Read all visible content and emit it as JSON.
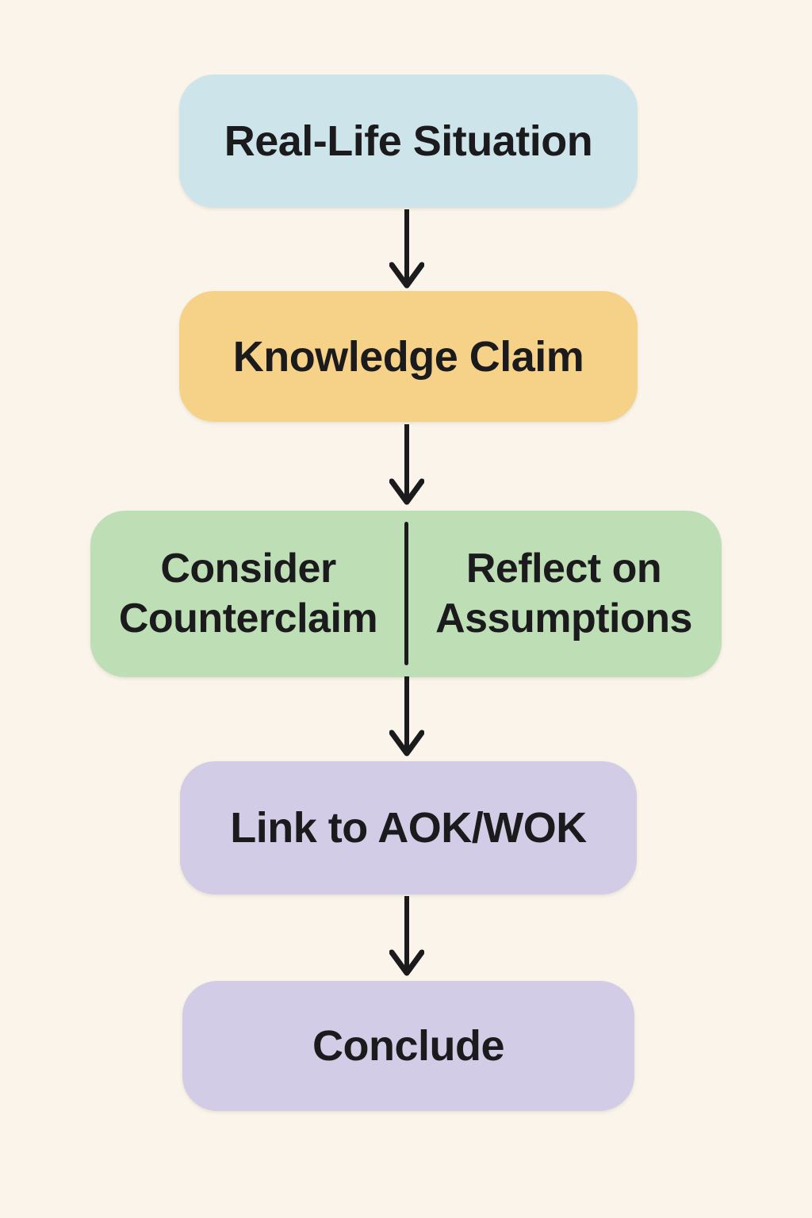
{
  "colors": {
    "background": "#faf4ea",
    "ink": "#1b1b1d",
    "node_real_life": "#cde5ea",
    "node_knowledge_claim": "#f6d289",
    "node_split_green": "#bedfb5",
    "node_link_aok_wok": "#d2cce7",
    "node_conclude": "#d2cce7"
  },
  "flowchart": {
    "nodes": {
      "real_life": {
        "label": "Real-Life Situation"
      },
      "knowledge_claim": {
        "label": "Knowledge Claim"
      },
      "split": {
        "left_line1": "Consider",
        "left_line2": "Counterclaim",
        "right_line1": "Reflect on",
        "right_line2": "Assumptions"
      },
      "link_aok_wok": {
        "label": "Link to AOK/WOK"
      },
      "conclude": {
        "label": "Conclude"
      }
    },
    "edges": [
      {
        "from": "real_life",
        "to": "knowledge_claim"
      },
      {
        "from": "knowledge_claim",
        "to": "split"
      },
      {
        "from": "split",
        "to": "link_aok_wok"
      },
      {
        "from": "link_aok_wok",
        "to": "conclude"
      }
    ]
  }
}
